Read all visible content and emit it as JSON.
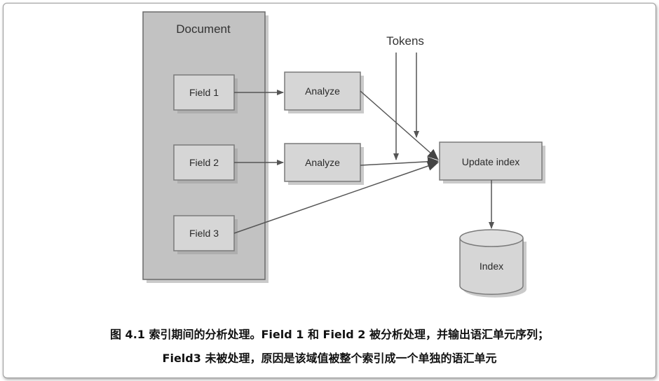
{
  "diagram": {
    "document_label": "Document",
    "tokens_label": "Tokens",
    "fields": [
      "Field 1",
      "Field 2",
      "Field 3"
    ],
    "analyzers": [
      "Analyze",
      "Analyze"
    ],
    "update_label": "Update index",
    "index_label": "Index"
  },
  "caption": {
    "line1": "图 4.1    索引期间的分析处理。Field 1 和 Field 2 被分析处理，并输出语汇单元序列；",
    "line2": "Field3 未被处理，原因是该域值被整个索引成一个单独的语汇单元"
  }
}
